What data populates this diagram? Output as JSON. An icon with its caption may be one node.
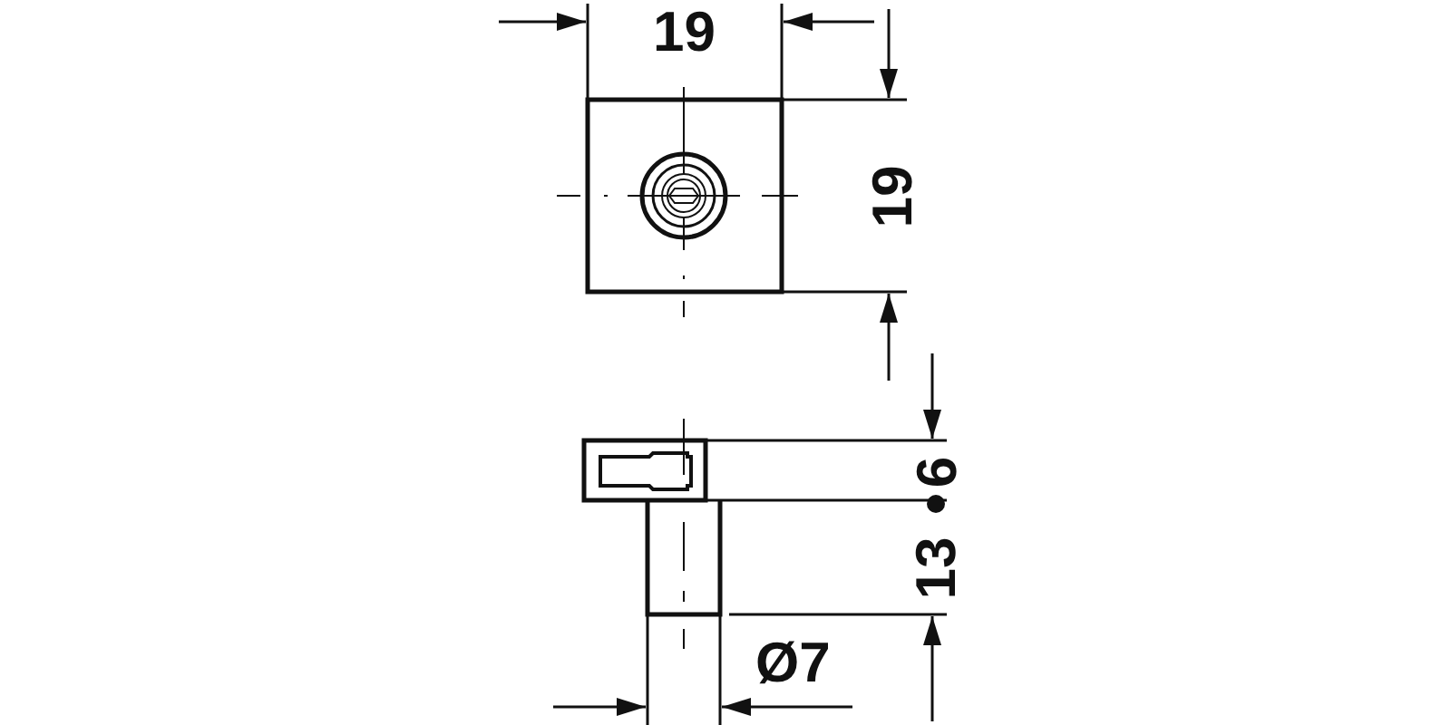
{
  "diagram": {
    "labels": [
      "19",
      "19",
      "6",
      "13",
      "Ø7"
    ]
  }
}
